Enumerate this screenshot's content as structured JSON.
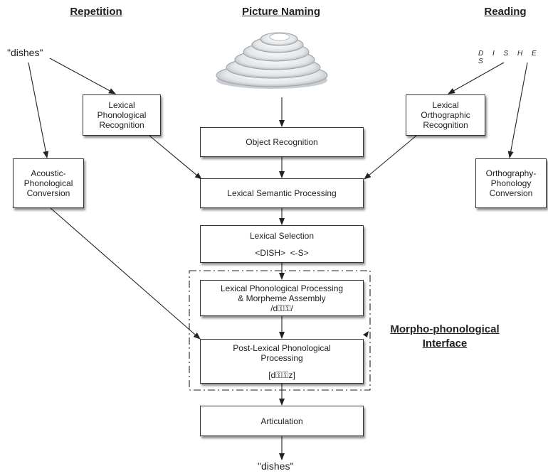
{
  "headers": {
    "repetition": "Repetition",
    "picture_naming": "Picture Naming",
    "reading": "Reading"
  },
  "inputs": {
    "spoken_word": "\"dishes\"",
    "written_word": "D I S H E S"
  },
  "image": {
    "icon": "stacked-plates-image"
  },
  "boxes": {
    "lexical_phonological_recognition": [
      "Lexical",
      "Phonological",
      "Recognition"
    ],
    "acoustic_phonological_conversion": [
      "Acoustic-",
      "Phonological",
      "Conversion"
    ],
    "object_recognition": "Object Recognition",
    "lexical_orthographic_recognition": [
      "Lexical",
      "Orthographic",
      "Recognition"
    ],
    "orthography_phonology_conversion": [
      "Orthography-",
      "Phonology",
      "Conversion"
    ],
    "lexical_semantic_processing": "Lexical Semantic Processing",
    "lexical_selection": {
      "title": "Lexical Selection",
      "units": "<DISH>  <-S>"
    },
    "lexical_phonological_processing": {
      "lines": [
        "Lexical Phonological Processing",
        "& Morpheme Assembly"
      ],
      "form": "/d⚿⚿/"
    },
    "post_lexical_phonological_processing": {
      "lines": [
        "Post-Lexical Phonological",
        "Processing"
      ],
      "form": "[d⚿⚿z]"
    },
    "articulation": "Articulation"
  },
  "interface_label": [
    "Morpho-phonological",
    "Interface"
  ],
  "output_word": "\"dishes\"",
  "colors": {
    "line": "#222222",
    "box_border": "#333333",
    "shadow": "#777777"
  }
}
